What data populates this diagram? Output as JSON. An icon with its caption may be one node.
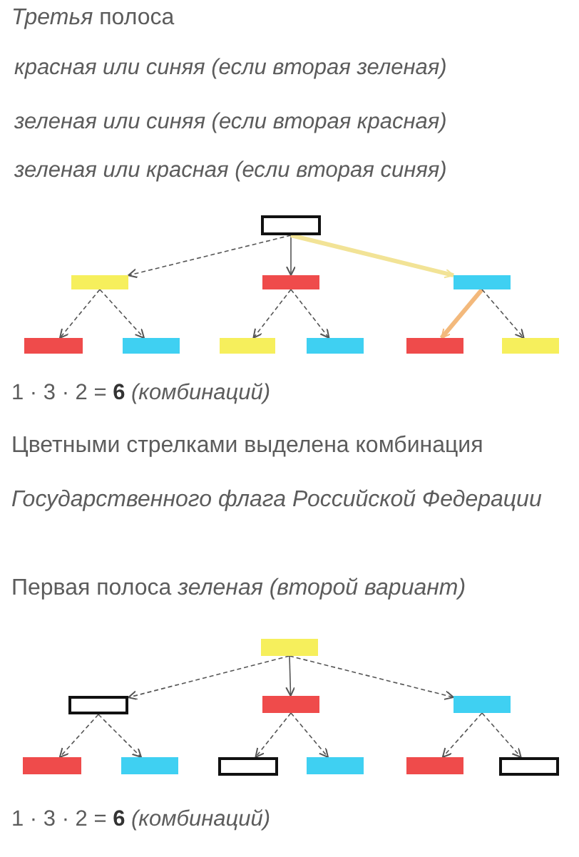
{
  "diagram": {
    "nodes": [
      {
        "text": [],
        "shape": "box"
      },
      {
        "text": [],
        "shape": "bar"
      },
      {
        "text": [],
        "shape": "bar"
      },
      {
        "text": [],
        "shape": "bar"
      },
      {
        "text": [],
        "shape": "bar"
      },
      {
        "text": [],
        "shape": "bar"
      },
      {
        "text": [],
        "shape": "bar"
      },
      {
        "text": [],
        "shape": "bar"
      },
      {
        "text": [],
        "shape": "bar"
      },
      {
        "text": [],
        "shape": "bar"
      },
      {
        "text": [],
        "shape": "bar"
      },
      {
        "text": [],
        "shape": "box"
      },
      {
        "text": [],
        "shape": "bar"
      },
      {
        "text": [],
        "shape": "bar"
      },
      {
        "text": [],
        "shape": "bar"
      },
      {
        "text": [],
        "shape": "bar"
      },
      {
        "text": [],
        "shape": "box"
      },
      {
        "text": [],
        "shape": "bar"
      },
      {
        "text": [],
        "shape": "bar"
      },
      {
        "text": [],
        "shape": "box"
      }
    ],
    "edges": [
      {
        "from": 0,
        "to": 1,
        "arrow": "to",
        "style": "dashed"
      },
      {
        "from": 0,
        "to": 2,
        "arrow": "to"
      },
      {
        "from": 0,
        "to": 3,
        "arrow": "to",
        "style": "thick",
        "color": "#f2e396"
      },
      {
        "from": 1,
        "to": 4,
        "arrow": "to",
        "style": "dashed"
      },
      {
        "from": 1,
        "to": 5,
        "arrow": "to",
        "style": "dashed"
      },
      {
        "from": 2,
        "to": 6,
        "arrow": "to",
        "style": "dashed"
      },
      {
        "from": 2,
        "to": 7,
        "arrow": "to",
        "style": "dashed"
      },
      {
        "from": 3,
        "to": 8,
        "arrow": "to",
        "style": "thick",
        "color": "#f3b97c"
      },
      {
        "from": 3,
        "to": 9,
        "arrow": "to",
        "style": "dashed"
      },
      {
        "from": 10,
        "to": 11,
        "arrow": "to",
        "style": "dashed"
      },
      {
        "from": 10,
        "to": 12,
        "arrow": "to"
      },
      {
        "from": 10,
        "to": 13,
        "arrow": "to",
        "style": "dashed"
      },
      {
        "from": 11,
        "to": 14,
        "arrow": "to",
        "style": "dashed"
      },
      {
        "from": 11,
        "to": 15,
        "arrow": "to",
        "style": "dashed"
      },
      {
        "from": 12,
        "to": 16,
        "arrow": "to",
        "style": "dashed"
      },
      {
        "from": 12,
        "to": 17,
        "arrow": "to",
        "style": "dashed"
      },
      {
        "from": 13,
        "to": 18,
        "arrow": "to",
        "style": "dashed"
      },
      {
        "from": 13,
        "to": 19,
        "arrow": "to",
        "style": "dashed"
      }
    ],
    "labels": [
      "*Третья* полоса",
      "красная или синяя (если вторая зеленая)",
      "зеленая или синяя (если вторая красная)",
      "зеленая или красная (если вторая синяя)",
      "1 · 3 · 2 = **6** *(комбинаций)*",
      "Цветными стрелками выделена комбинация",
      "Государственного флага Российской Федерации",
      "Первая полоса *зеленая (второй вариант)*",
      "1 · 3 · 2 = **6** *(комбинаций)*"
    ]
  }
}
